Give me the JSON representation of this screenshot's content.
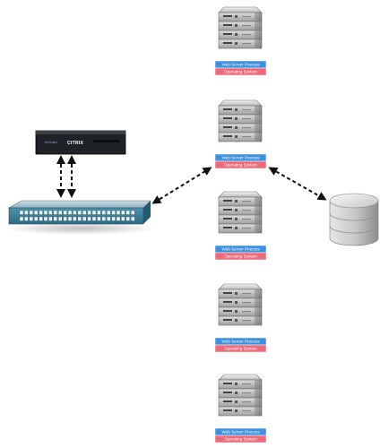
{
  "load_balancer": {
    "brand": "CITRIX",
    "brand_small": "NetScaler"
  },
  "stack_labels": {
    "process": "Web Server Process",
    "os": "Operating System"
  },
  "colors": {
    "process": "#3d8fe0",
    "os": "#ee6a7a",
    "chassis": "#2f3338",
    "switch": "#3a7e96"
  },
  "servers": [
    {
      "id": "server-1"
    },
    {
      "id": "server-2"
    },
    {
      "id": "server-3"
    },
    {
      "id": "server-4"
    },
    {
      "id": "server-5"
    }
  ]
}
